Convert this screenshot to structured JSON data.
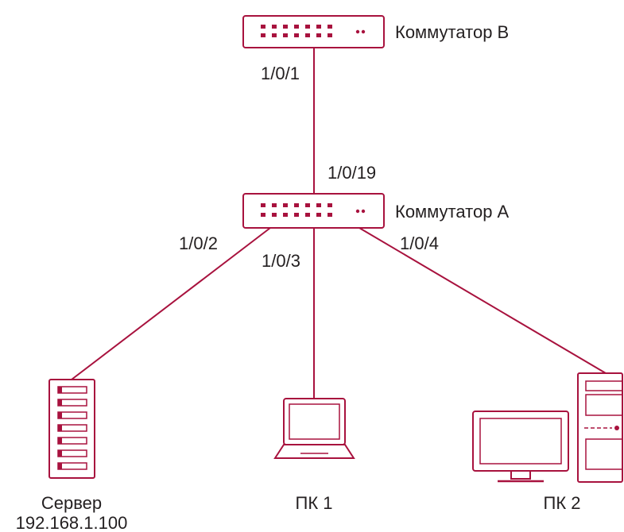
{
  "colors": {
    "accent": "#a8123e",
    "text": "#231f20"
  },
  "devices": {
    "switch_b": {
      "name": "Коммутатор B",
      "icon": "network-switch-icon"
    },
    "switch_a": {
      "name": "Коммутатор A",
      "icon": "network-switch-icon"
    },
    "server": {
      "name": "Сервер",
      "ip": "192.168.1.100",
      "icon": "server-icon"
    },
    "pc1": {
      "name": "ПК 1",
      "icon": "laptop-icon"
    },
    "pc2": {
      "name": "ПК 2",
      "icon": "desktop-pc-icon"
    }
  },
  "ports": {
    "b_uplink": "1/0/1",
    "a_uplink": "1/0/19",
    "a_server": "1/0/2",
    "a_pc1": "1/0/3",
    "a_pc2": "1/0/4"
  }
}
